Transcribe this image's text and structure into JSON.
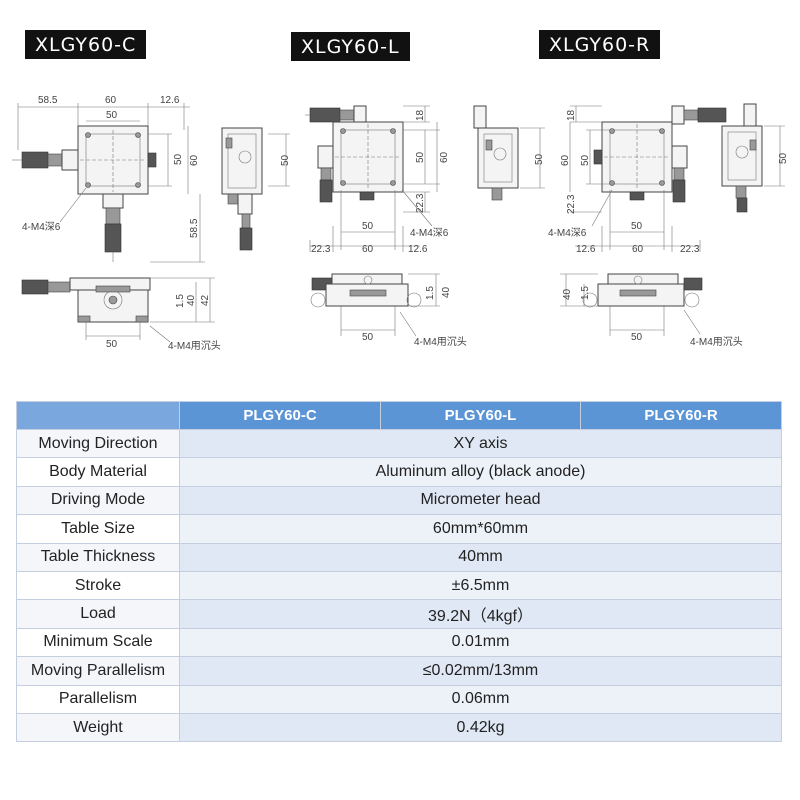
{
  "models": {
    "c": {
      "title": "XLGY60-C"
    },
    "l": {
      "title": "XLGY60-L"
    },
    "r": {
      "title": "XLGY60-R"
    }
  },
  "dims": {
    "d58_5": "58.5",
    "d60": "60",
    "d12_6": "12.6",
    "d50": "50",
    "d18": "18",
    "d22_3": "22.3",
    "d1_5": "1.5",
    "d40": "40",
    "d42": "42",
    "m4_deep6": "4-M4深6",
    "m4_countersunk": "4-M4用沉头"
  },
  "table": {
    "headers": [
      "",
      "PLGY60-C",
      "PLGY60-L",
      "PLGY60-R"
    ],
    "rows": [
      {
        "label": "Moving Direction",
        "value": "XY axis"
      },
      {
        "label": "Body Material",
        "value": "Aluminum alloy (black anode)"
      },
      {
        "label": "Driving Mode",
        "value": "Micrometer head"
      },
      {
        "label": "Table Size",
        "value": "60mm*60mm"
      },
      {
        "label": "Table Thickness",
        "value": "40mm"
      },
      {
        "label": "Stroke",
        "value": "±6.5mm"
      },
      {
        "label": "Load",
        "value": "39.2N（4kgf）"
      },
      {
        "label": "Minimum Scale",
        "value": "0.01mm"
      },
      {
        "label": "Moving Parallelism",
        "value": "≤0.02mm/13mm"
      },
      {
        "label": "Parallelism",
        "value": "0.06mm"
      },
      {
        "label": "Weight",
        "value": "0.42kg"
      }
    ]
  }
}
